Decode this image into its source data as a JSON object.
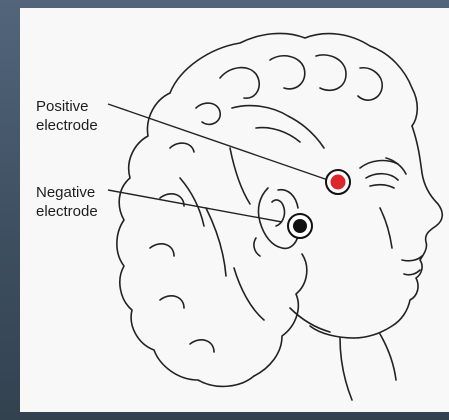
{
  "diagram": {
    "labels": {
      "positive": {
        "line1": "Positive",
        "line2": "electrode"
      },
      "negative": {
        "line1": "Negative",
        "line2": "electrode"
      }
    },
    "colors": {
      "background_frame": "#3d4c5b",
      "panel": "#f8f8f8",
      "positive_electrode": "#e0242b",
      "negative_electrode": "#111111",
      "line_art": "#222222"
    }
  }
}
